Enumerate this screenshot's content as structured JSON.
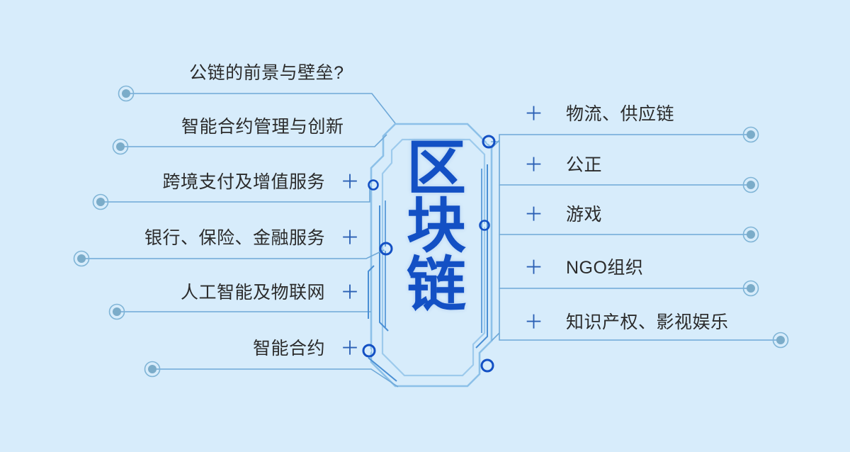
{
  "diagram": {
    "type": "mind-map",
    "title": "区块链",
    "background_color": "#d7ecfb",
    "accent_color": "#1350c4",
    "line_color": "#6ea8d8",
    "plus_color": "#2a5fb4",
    "text_color": "#2b2b2b",
    "center": {
      "label": "区块链",
      "chars": [
        "区",
        "块",
        "链"
      ]
    },
    "left_branches": [
      {
        "label": "公链的前景与壁垒?",
        "plus": ""
      },
      {
        "label": "智能合约管理与创新",
        "plus": ""
      },
      {
        "label": "跨境支付及增值服务",
        "plus": "＋"
      },
      {
        "label": "银行、保险、金融服务",
        "plus": "＋"
      },
      {
        "label": "人工智能及物联网",
        "plus": "＋"
      },
      {
        "label": "智能合约",
        "plus": "＋"
      }
    ],
    "right_branches": [
      {
        "plus": "＋",
        "label": "物流、供应链"
      },
      {
        "plus": "＋",
        "label": "公正"
      },
      {
        "plus": "＋",
        "label": "游戏"
      },
      {
        "plus": "＋",
        "label": "NGO组织"
      },
      {
        "plus": "＋",
        "label": "知识产权、影视娱乐"
      }
    ]
  }
}
